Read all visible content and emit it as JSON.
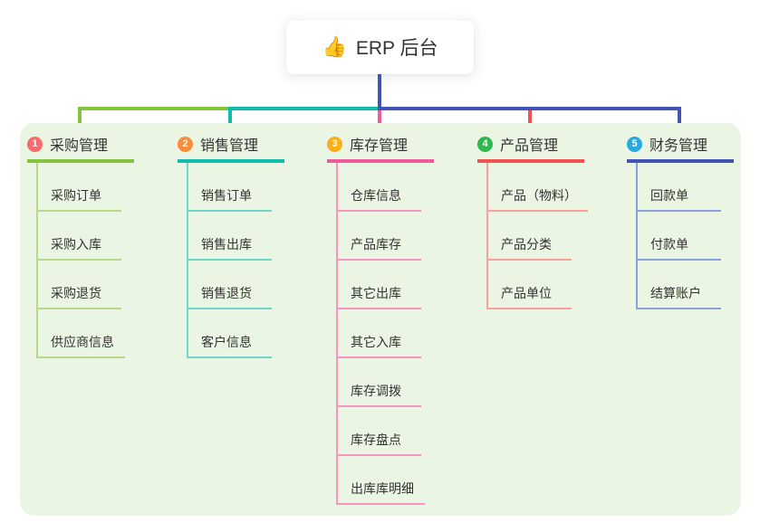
{
  "root": {
    "icon": "thumbs-up",
    "icon_char": "👍",
    "label": "ERP 后台"
  },
  "colors": {
    "panel_bg": "#eaf6e3",
    "root_line": "#4255b4",
    "text": "#333333",
    "root_node_bg": "#ffffff"
  },
  "branches": [
    {
      "num": "1",
      "label": "采购管理",
      "badge_color": "#f56c6c",
      "line_color": "#85c43e",
      "child_line_color": "#b5da8a",
      "children": [
        "采购订单",
        "采购入库",
        "采购退货",
        "供应商信息"
      ]
    },
    {
      "num": "2",
      "label": "销售管理",
      "badge_color": "#fa8c3c",
      "line_color": "#0fbcad",
      "child_line_color": "#6fd6c9",
      "children": [
        "销售订单",
        "销售出库",
        "销售退货",
        "客户信息"
      ]
    },
    {
      "num": "3",
      "label": "库存管理",
      "badge_color": "#fbae17",
      "line_color": "#ef5a9d",
      "child_line_color": "#f495c2",
      "children": [
        "仓库信息",
        "产品库存",
        "其它出库",
        "其它入库",
        "库存调拨",
        "库存盘点",
        "出库库明细"
      ]
    },
    {
      "num": "4",
      "label": "产品管理",
      "badge_color": "#2eb84e",
      "line_color": "#f25352",
      "child_line_color": "#f7a09d",
      "children": [
        "产品（物料）",
        "产品分类",
        "产品单位"
      ]
    },
    {
      "num": "5",
      "label": "财务管理",
      "badge_color": "#29a9e0",
      "line_color": "#4255b4",
      "child_line_color": "#8ba2d8",
      "children": [
        "回款单",
        "付款单",
        "结算账户"
      ]
    }
  ]
}
